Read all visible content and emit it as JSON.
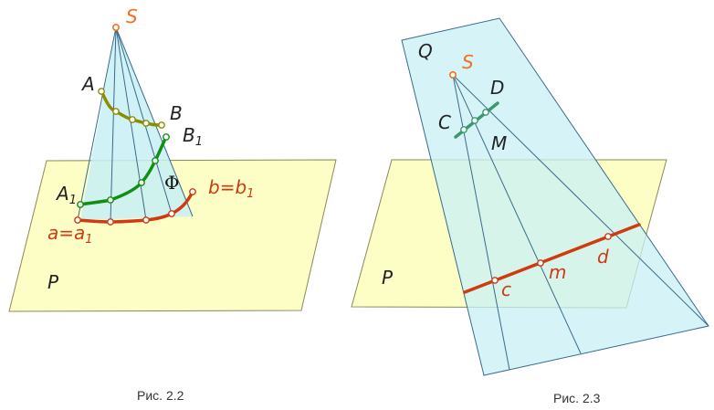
{
  "colors": {
    "plane_fill": "#fdfdc6",
    "plane_stroke": "#8a8a55",
    "surface_fill": "#c8f0f5",
    "surface_stroke": "#3a6a8a",
    "apex": "#f07020",
    "curve_A": "#8c8c00",
    "curve_A1": "#109010",
    "curve_a": "#d03a10",
    "line_CD": "#3a9a6a",
    "line_cd": "#d03a10",
    "label_dark": "#222222"
  },
  "fig22": {
    "caption": "Рис. 2.2",
    "plane_label": "P",
    "apex_label": "S",
    "label_A": "A",
    "label_B": "B",
    "label_B1": "B",
    "label_B1_sub": "1",
    "label_A1": "A",
    "label_A1_sub": "1",
    "label_phi": "Φ",
    "label_a": "a=a",
    "label_a_sub": "1",
    "label_b": "b=b",
    "label_b_sub": "1"
  },
  "fig23": {
    "caption": "Рис. 2.3",
    "plane_label": "P",
    "plane_Q_label": "Q",
    "apex_label": "S",
    "label_C": "C",
    "label_D": "D",
    "label_M": "M",
    "label_c": "c",
    "label_m": "m",
    "label_d": "d"
  }
}
